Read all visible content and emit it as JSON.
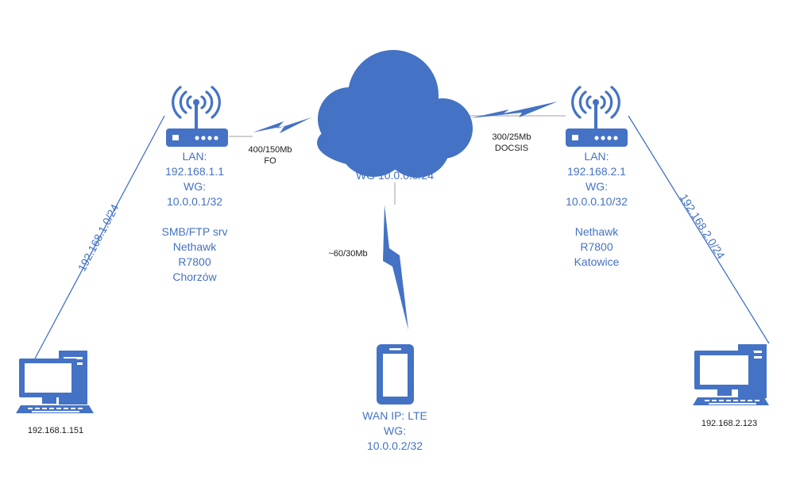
{
  "colors": {
    "accent": "#4472C4",
    "link_line": "#BFBFBF",
    "text_dark": "#1a1a1a"
  },
  "cloud": {
    "label": "WG 10.0.0.0/24"
  },
  "routers": {
    "left": {
      "lines": [
        "LAN:",
        "192.168.1.1",
        "WG:",
        "10.0.0.1/32",
        "",
        "SMB/FTP srv",
        "Nethawk",
        "R7800",
        "Chorzów"
      ]
    },
    "right": {
      "lines": [
        "LAN:",
        "192.168.2.1",
        "WG:",
        "10.0.0.10/32",
        "",
        "Nethawk",
        "R7800",
        "Katowice"
      ]
    }
  },
  "links": {
    "left": {
      "speed": "400/150Mb",
      "type": "FO"
    },
    "right": {
      "speed": "300/25Mb",
      "type": "DOCSIS"
    },
    "mobile": {
      "speed": "~60/30Mb"
    }
  },
  "phone": {
    "lines": [
      "WAN IP: LTE",
      "WG:",
      "10.0.0.2/32"
    ]
  },
  "subnets": {
    "left": "192.168.1.0/24",
    "right": "192.168.2.0/24"
  },
  "computers": {
    "left": {
      "ip": "192.168.1.151"
    },
    "right": {
      "ip": "192.168.2.123"
    }
  },
  "icons": [
    "router-icon",
    "cloud-icon",
    "smartphone-icon",
    "desktop-computer-icon",
    "lightning-link-icon"
  ]
}
